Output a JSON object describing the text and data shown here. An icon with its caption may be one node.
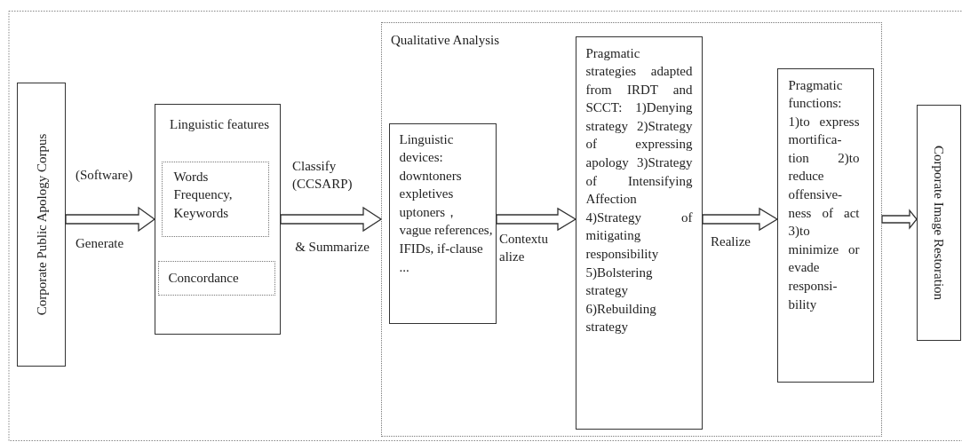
{
  "diagram": {
    "nodes": [
      {
        "text": [
          "Corporate Public Apology Corpus"
        ]
      },
      {
        "text": [
          "Linguistic features"
        ]
      },
      {
        "text": [
          "Words Frequency, Keywords"
        ],
        "in": 1
      },
      {
        "text": [
          "Concordance"
        ],
        "in": 1
      },
      {
        "text": [
          "Qualitative Analysis"
        ]
      },
      {
        "text": [
          "Linguistic devices: downtoners expletives uptoners， vague references, IFIDs, if-clause ..."
        ],
        "in": 4
      },
      {
        "text": [
          "Pragmatic strategies adapted from IRDT and SCCT: 1)Denying strategy 2)Strategy of expressing apology 3)Strategy of Intensifying Affection 4)Strategy of mitigating responsibility 5)Bolstering strategy 6)Rebuilding strategy"
        ],
        "in": 4
      },
      {
        "text": [
          "Pragmatic functions: 1)to express mortifica- tion 2)to reduce offensive- ness of act 3)to minimize or evade responsi- bility"
        ],
        "in": 4
      },
      {
        "text": [
          "Corporate Image Restoration"
        ]
      }
    ],
    "edges": [
      {
        "from": 0,
        "to": 1,
        "arrow": "to",
        "label": "Generate"
      },
      {
        "from": 1,
        "to": 4,
        "arrow": "to",
        "label": "Classify (CCSARP)"
      },
      {
        "from": 5,
        "to": 6,
        "arrow": "to",
        "label": "Contextu alize"
      },
      {
        "from": 6,
        "to": 7,
        "arrow": "to",
        "label": "Realize"
      },
      {
        "from": 4,
        "to": 8,
        "arrow": "to"
      }
    ],
    "labels": [
      "(Software)",
      "& Summarize"
    ]
  }
}
